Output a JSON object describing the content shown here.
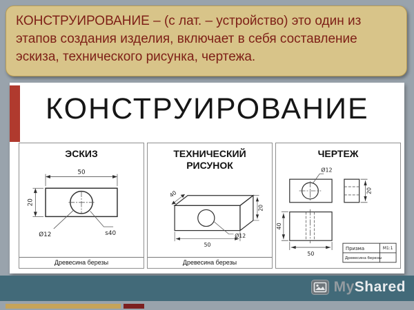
{
  "slide": {
    "header": {
      "text": "КОНСТРУИРОВАНИЕ – (с лат. – устройство) это один из этапов создания изделия, включает в себя составление эскиза, технического рисунка, чертежа."
    },
    "title": "КОНСТРУИРОВАНИЕ",
    "panels": {
      "sketch": {
        "title": "ЭСКИЗ",
        "caption": "Древесина березы",
        "dims": {
          "width": "50",
          "height": "20",
          "hole": "Ø12",
          "thickness": "s40"
        }
      },
      "technical": {
        "title": "ТЕХНИЧЕСКИЙ РИСУНОК",
        "caption": "Древесина березы",
        "dims": {
          "depth": "40",
          "height": "20",
          "width": "50",
          "hole": "Ø12"
        }
      },
      "drawing": {
        "title": "ЧЕРТЕЖ",
        "dims": {
          "hole": "Ø12",
          "width": "50",
          "depth": "40",
          "height": "20"
        },
        "title_block": {
          "name": "Призма",
          "material": "Древесина березы",
          "scale": "М1:1"
        }
      }
    },
    "watermark": {
      "my": "My",
      "shared": "Shared"
    },
    "colors": {
      "background": "#99a3ac",
      "header_box": "#d8c489",
      "header_text": "#7e2017",
      "accent_red": "#b03a2e",
      "footer_band": "#426a79",
      "footer_bar_gold": "#c6a45a",
      "footer_bar_red": "#7c1f1f"
    }
  }
}
